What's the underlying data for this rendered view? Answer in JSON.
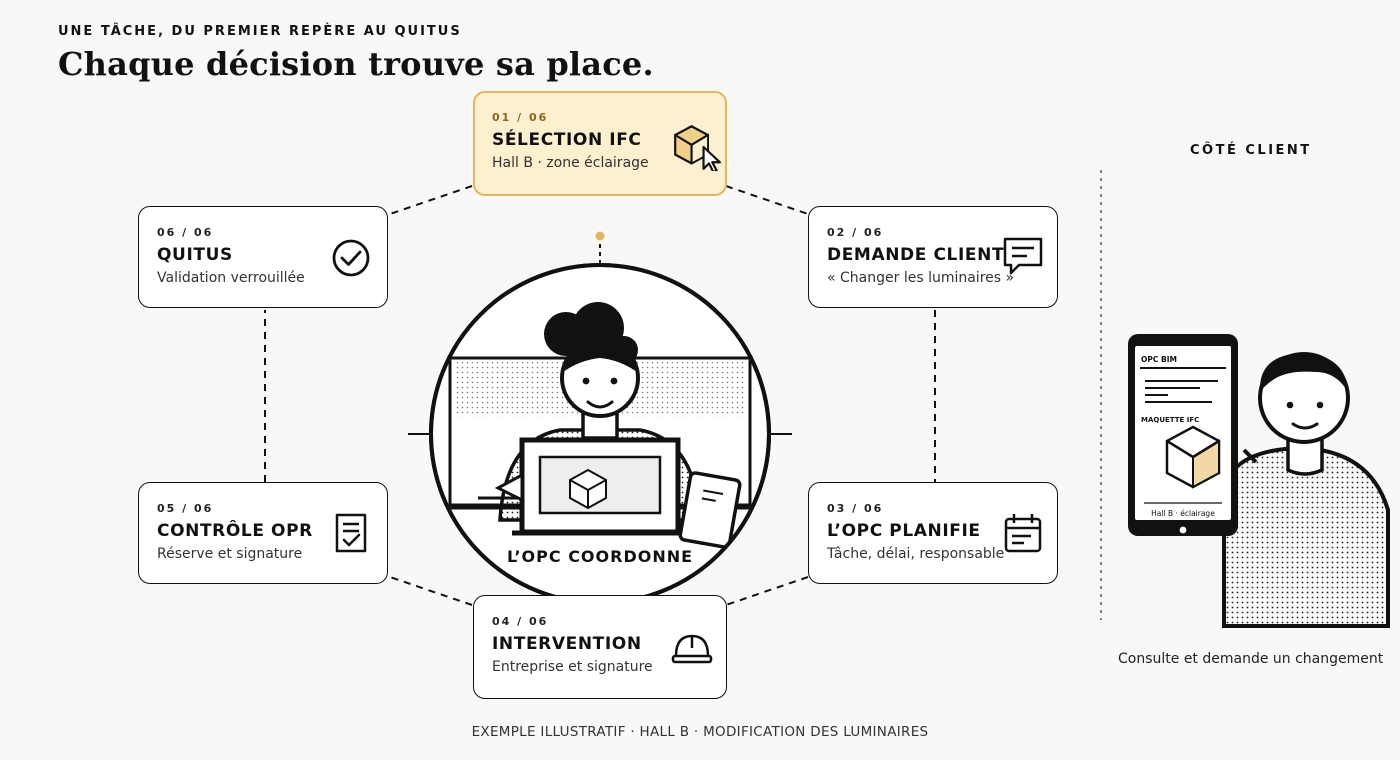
{
  "header": {
    "eyebrow": "UNE TÂCHE, DU PREMIER REPÈRE AU QUITUS",
    "title": "Chaque décision trouve sa place."
  },
  "steps": [
    {
      "step": "01 / 06",
      "title": "SÉLECTION IFC",
      "subtitle": "Hall B · zone éclairage",
      "icon": "cube-cursor-icon",
      "active": true
    },
    {
      "step": "02 / 06",
      "title": "DEMANDE CLIENT",
      "subtitle": "« Changer les luminaires »",
      "icon": "chat-icon"
    },
    {
      "step": "03 / 06",
      "title": "L’OPC PLANIFIE",
      "subtitle": "Tâche, délai, responsable",
      "icon": "calendar-icon"
    },
    {
      "step": "04 / 06",
      "title": "INTERVENTION",
      "subtitle": "Entreprise et signature",
      "icon": "hard-hat-icon"
    },
    {
      "step": "05 / 06",
      "title": "CONTRÔLE OPR",
      "subtitle": "Réserve et signature",
      "icon": "checklist-icon"
    },
    {
      "step": "06 / 06",
      "title": "QUITUS",
      "subtitle": "Validation verrouillée",
      "icon": "check-circle-icon"
    }
  ],
  "center": {
    "label": "L’OPC COORDONNE",
    "illustration": "person-at-laptop-icon"
  },
  "client": {
    "heading": "CÔTÉ CLIENT",
    "caption": "Consulte et demande un changement",
    "tablet": {
      "app": "OPC BIM",
      "model": "MAQUETTE IFC",
      "footer": "Hall B · éclairage"
    }
  },
  "footer": "EXEMPLE ILLUSTRATIF · HALL B · MODIFICATION DES LUMINAIRES",
  "colors": {
    "accent": "#e2b85a",
    "accent_fill": "#fdf0cf",
    "ink": "#111111",
    "background": "#f8f8f6"
  }
}
